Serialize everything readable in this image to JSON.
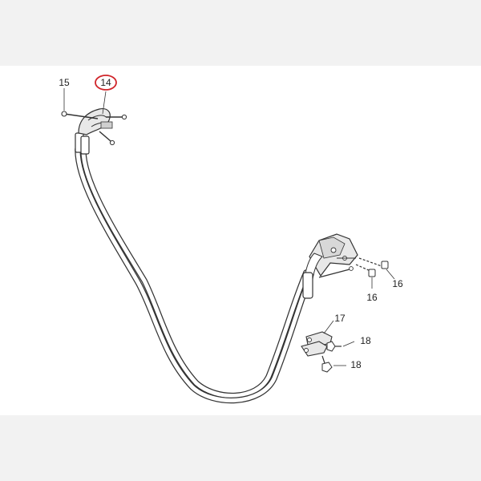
{
  "callouts": {
    "c14": "14",
    "c15": "15",
    "c16a": "16",
    "c16b": "16",
    "c17": "17",
    "c18a": "18",
    "c18b": "18"
  },
  "colors": {
    "highlight_ring": "#d0252a",
    "line": "#333333",
    "cable_fill": "#ffffff",
    "part_fill": "#e8e8e8"
  },
  "highlighted_part": "14"
}
